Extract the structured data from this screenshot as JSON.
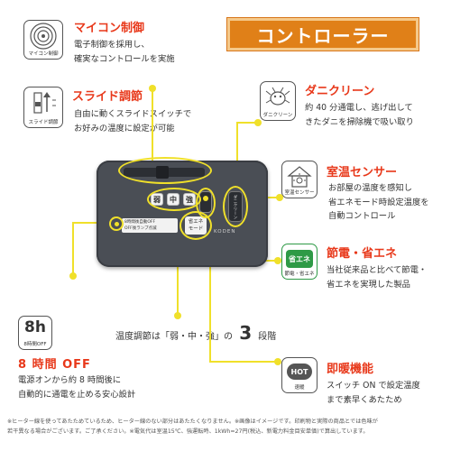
{
  "banner": {
    "title": "コントローラー"
  },
  "features": {
    "microcomputer": {
      "title": "マイコン制御",
      "lines": [
        "電子制御を採用し、",
        "確実なコントロールを実施"
      ],
      "icon_label": "マイコン制御"
    },
    "slide": {
      "title": "スライド調節",
      "lines": [
        "自由に動くスライドスイッチで",
        "お好みの温度に設定が可能"
      ],
      "icon_label": "スライド調節"
    },
    "mite": {
      "title": "ダニクリーン",
      "lines": [
        "約 40 分通電し、逃げ出して",
        "きたダニを掃除機で吸い取り"
      ],
      "icon_label": "ダニクリーン"
    },
    "sensor": {
      "title": "室温センサー",
      "lines": [
        "お部屋の温度を感知し",
        "省エネモード時設定温度を",
        "自動コントロール"
      ],
      "icon_label": "室温センサー"
    },
    "eco": {
      "title": "節電・省エネ",
      "lines": [
        "当社従来品と比べて節電・",
        "省エネを実現した製品"
      ],
      "icon_text": "省エネ",
      "icon_label": "節電・省エネ"
    },
    "timer": {
      "title": "8 時間 OFF",
      "lines": [
        "電源オンから約 8 時間後に",
        "自動的に通電を止める安心設計"
      ],
      "icon_text": "8h",
      "icon_label": "8時間OFF"
    },
    "quickheat": {
      "title": "即暖機能",
      "lines": [
        "スイッチ ON で設定温度",
        "まで素早くあたため"
      ],
      "icon_text": "HOT",
      "icon_label": "速暖"
    }
  },
  "temp_caption": {
    "prefix": "温度調節は「弱・中・強」の",
    "number": "3",
    "suffix": "段階"
  },
  "device": {
    "btn_weak": "弱",
    "btn_mid": "中",
    "btn_strong": "強",
    "label_left_1": "8時間後自動OFF",
    "label_left_2": "OFF後ランプ点滅",
    "label_eco_1": "省エネ",
    "label_eco_2": "モード",
    "label_mite": "ダニクリーン",
    "brand": "KODEN"
  },
  "footnotes": [
    "※ヒーター線を使ってあたためているため、ヒーター線のない部分はあたたくなりません。※画像はイメージです。印刷物と実際の商品とでは色味が",
    "若干異なる場合がございます。ご了承ください。※電気代は室温15℃、強運転時、1kWh=27円(税込、新電力料金目安単価)で算出しています。"
  ],
  "colors": {
    "title_red": "#e8381a",
    "banner_orange": "#e08018",
    "highlight_yellow": "#f0e02a"
  }
}
